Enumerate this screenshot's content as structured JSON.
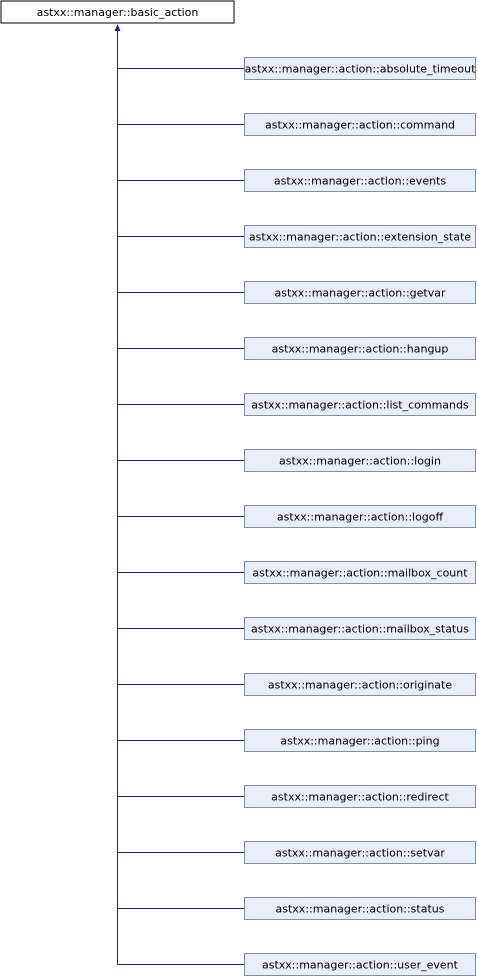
{
  "colors": {
    "base_fill": "#ffffff",
    "base_stroke": "#000000",
    "child_fill": "#e8eef7",
    "child_stroke": "#7f8fb0",
    "edge": "#1a237e"
  },
  "base_class": {
    "name": "astxx::manager::basic_action"
  },
  "derived_classes": [
    {
      "name": "astxx::manager::action::absolute_timeout"
    },
    {
      "name": "astxx::manager::action::command"
    },
    {
      "name": "astxx::manager::action::events"
    },
    {
      "name": "astxx::manager::action::extension_state"
    },
    {
      "name": "astxx::manager::action::getvar"
    },
    {
      "name": "astxx::manager::action::hangup"
    },
    {
      "name": "astxx::manager::action::list_commands"
    },
    {
      "name": "astxx::manager::action::login"
    },
    {
      "name": "astxx::manager::action::logoff"
    },
    {
      "name": "astxx::manager::action::mailbox_count"
    },
    {
      "name": "astxx::manager::action::mailbox_status"
    },
    {
      "name": "astxx::manager::action::originate"
    },
    {
      "name": "astxx::manager::action::ping"
    },
    {
      "name": "astxx::manager::action::redirect"
    },
    {
      "name": "astxx::manager::action::setvar"
    },
    {
      "name": "astxx::manager::action::status"
    },
    {
      "name": "astxx::manager::action::user_event"
    }
  ]
}
